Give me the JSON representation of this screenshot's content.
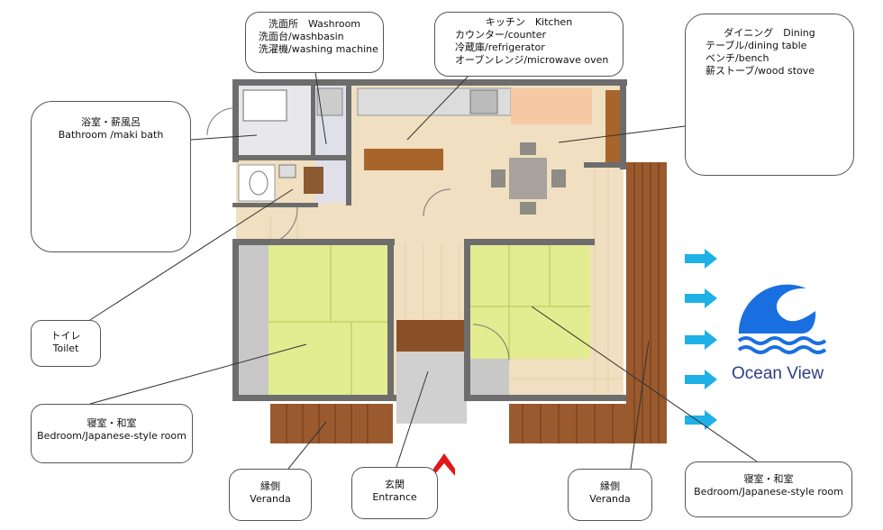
{
  "callouts": {
    "washroom": {
      "title": "洗面所　Washroom",
      "items": [
        "洗面台/washbasin",
        "洗濯機/washing machine"
      ]
    },
    "kitchen": {
      "title": "キッチン　Kitchen",
      "items": [
        "カウンター/counter",
        "冷蔵庫/refrigerator",
        "オーブンレンジ/microwave oven"
      ]
    },
    "dining": {
      "title": "ダイニング　Dining",
      "items": [
        "テーブル/dining table",
        "ベンチ/bench",
        "薪ストーブ/wood stove"
      ]
    },
    "bathroom": {
      "title_jp": "浴室・薪風呂",
      "title_en": "Bathroom /maki bath"
    },
    "toilet": {
      "jp": "トイレ",
      "en": "Toilet"
    },
    "bedroom_left": {
      "jp": "寝室・和室",
      "en": "Bedroom/Japanese-style room"
    },
    "veranda_left": {
      "jp": "縁側",
      "en": "Veranda"
    },
    "entrance": {
      "jp": "玄関",
      "en": "Entrance"
    },
    "veranda_right": {
      "jp": "縁側",
      "en": "Veranda"
    },
    "bedroom_right": {
      "jp": "寝室・和室",
      "en": "Bedroom/Japanese-style room"
    }
  },
  "ocean_view": "Ocean View",
  "colors": {
    "wall": "#6d6d6d",
    "floor": "#f0dfc0",
    "tatami": "#e2ec90",
    "deck": "#9a5a2e",
    "wood": "#a8652b",
    "tile": "#e8e8ec",
    "arrow": "#1eb0e6",
    "wave": "#1a6fe0",
    "entry_arrow": "#e01818",
    "stove_glow": "#f6c8a4"
  },
  "icons": [
    "wood-stove-icon",
    "person-blowing-fire-icon",
    "ocean-wave-icon",
    "direction-arrow-icon",
    "entrance-arrow-icon"
  ]
}
